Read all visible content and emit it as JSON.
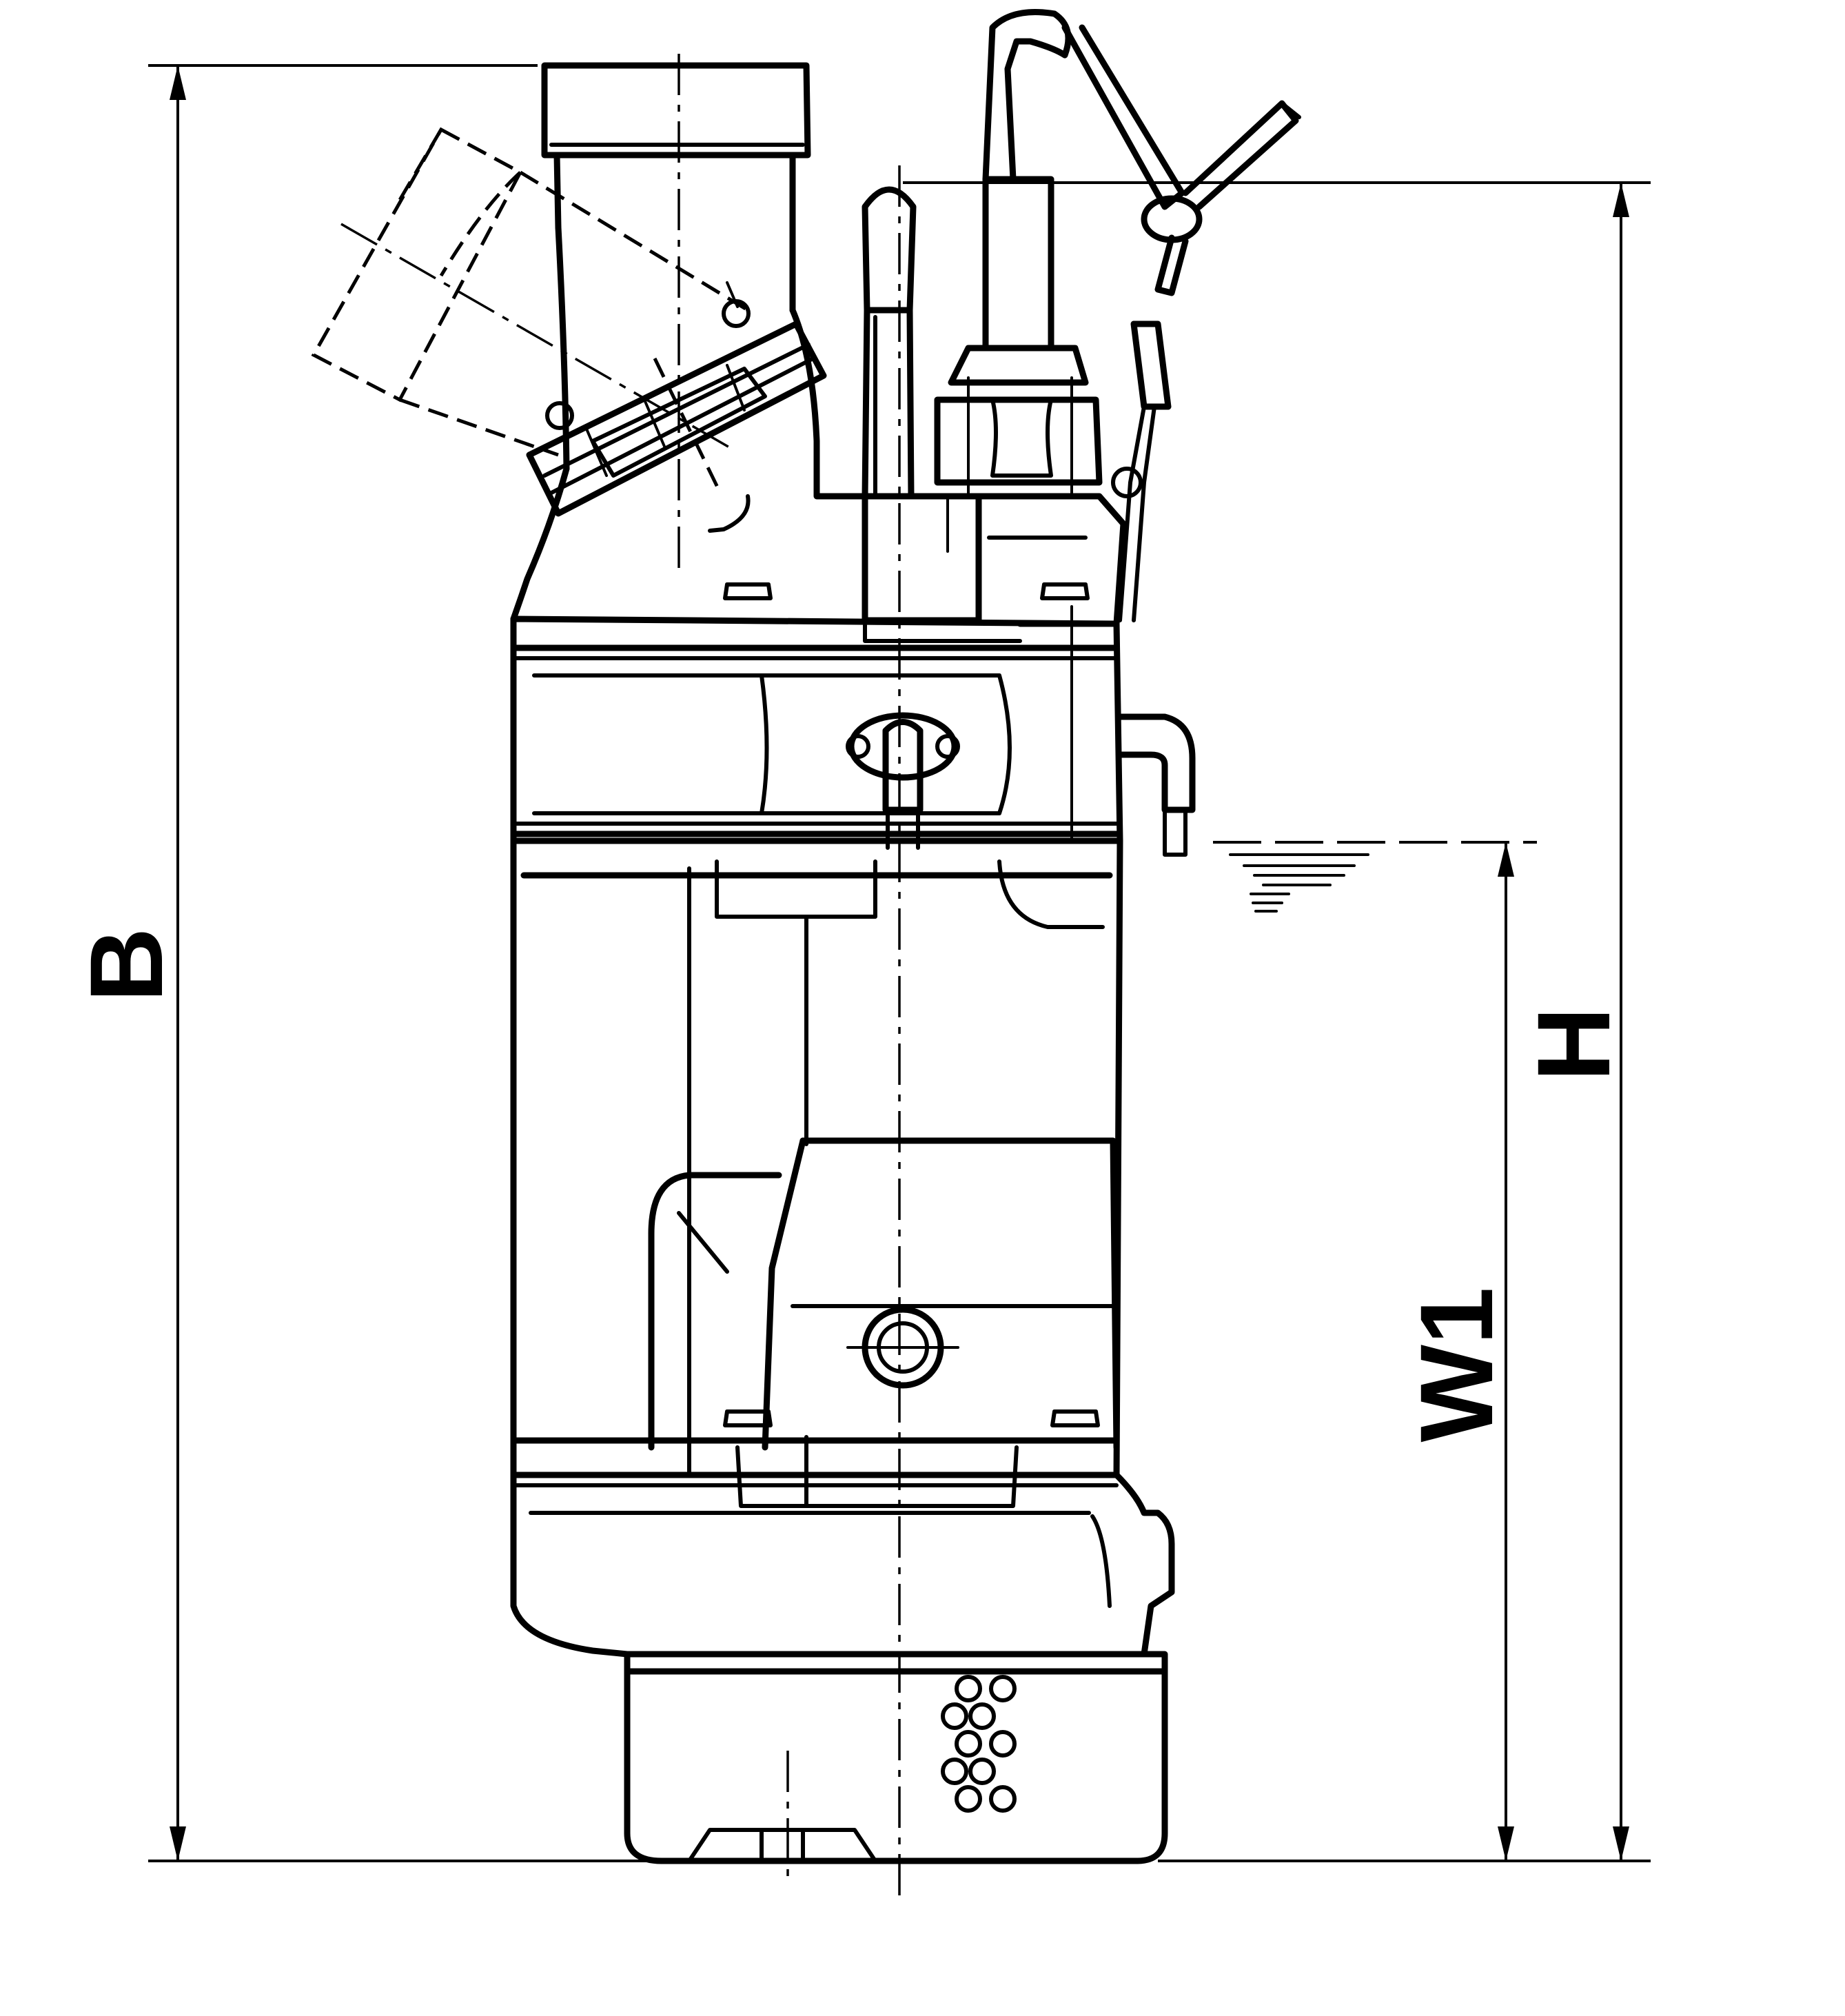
{
  "dimensions": {
    "b_label": "B",
    "h_label": "H",
    "w1_label": "W1"
  },
  "colors": {
    "line": "#000000",
    "background": "#ffffff"
  }
}
